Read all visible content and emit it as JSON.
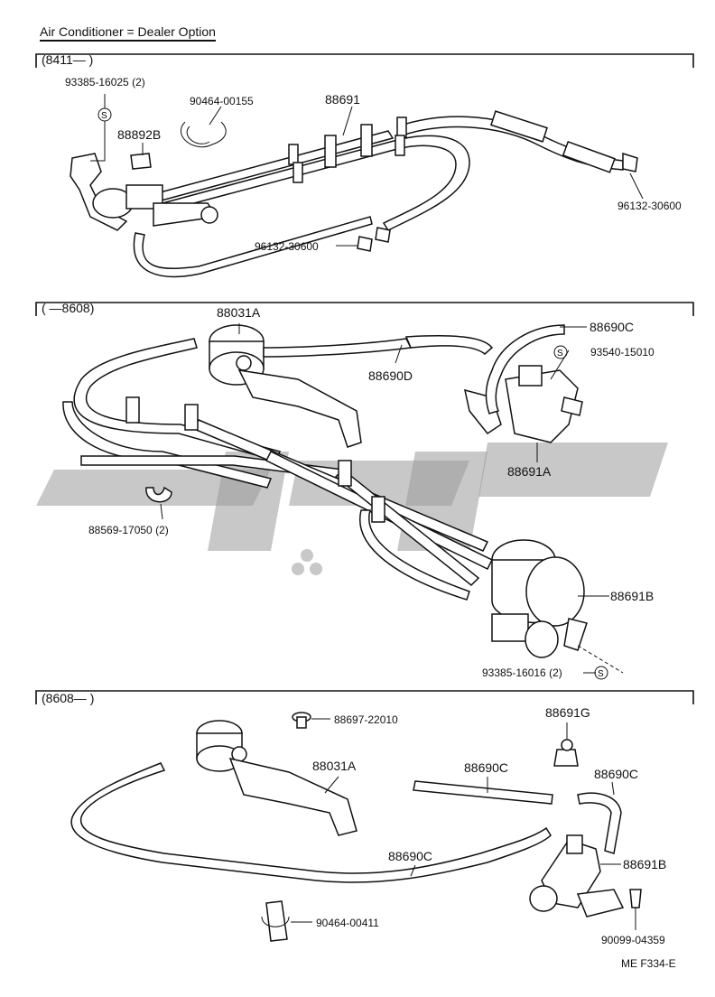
{
  "title": "Air Conditioner = Dealer Option",
  "footer_code": "ME  F334-E",
  "sections": [
    {
      "range": "(8411—       )",
      "labels": {
        "p93385_16025": "93385-16025 (2)",
        "p90464_00155": "90464-00155",
        "p88691": "88691",
        "p88892B": "88892B",
        "p96132_30600_a": "96132-30600",
        "p96132_30600_b": "96132-30600"
      }
    },
    {
      "range": "(       —8608)",
      "labels": {
        "p88031A": "88031A",
        "p88690C": "88690C",
        "p93540_15010": "93540-15010",
        "p88690D": "88690D",
        "p88691A": "88691A",
        "p88569_17050": "88569-17050 (2)",
        "p88691B": "88691B",
        "p93385_16016": "93385-16016 (2)"
      }
    },
    {
      "range": "(8608—       )",
      "labels": {
        "p88697_22010": "88697-22010",
        "p88691G": "88691G",
        "p88031A": "88031A",
        "p88690C_a": "88690C",
        "p88690C_b": "88690C",
        "p88690C_c": "88690C",
        "p88691B": "88691B",
        "p90464_00411": "90464-00411",
        "p90099_04359": "90099-04359"
      }
    }
  ],
  "symbols": {
    "s": "S"
  }
}
